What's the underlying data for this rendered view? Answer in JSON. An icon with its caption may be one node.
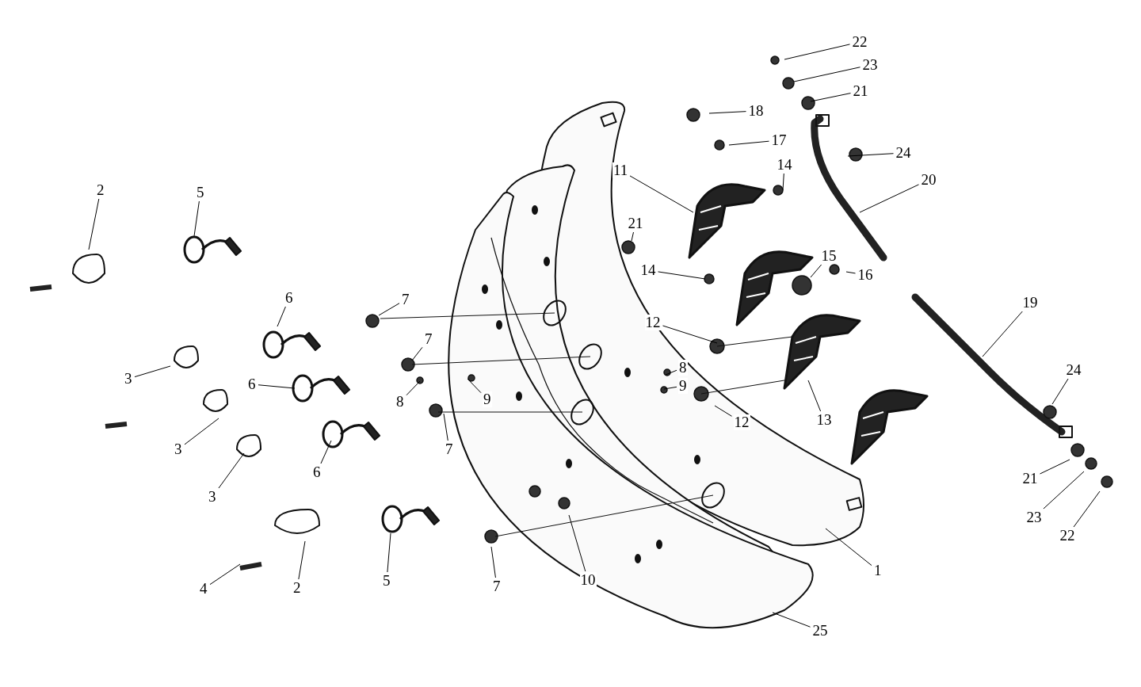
{
  "diagram": {
    "nodes": [
      {
        "text": [
          "22"
        ]
      },
      {
        "text": [
          "23"
        ]
      },
      {
        "text": [
          "21"
        ]
      },
      {
        "text": [
          "18"
        ]
      },
      {
        "text": [
          "17"
        ]
      },
      {
        "text": [
          "24"
        ]
      },
      {
        "text": [
          "14"
        ]
      },
      {
        "text": [
          "11"
        ]
      },
      {
        "text": [
          "20"
        ]
      },
      {
        "text": [
          "2"
        ]
      },
      {
        "text": [
          "5"
        ]
      },
      {
        "text": [
          "21"
        ]
      },
      {
        "text": [
          "15"
        ]
      },
      {
        "text": [
          "14"
        ]
      },
      {
        "text": [
          "16"
        ]
      },
      {
        "text": [
          "6"
        ]
      },
      {
        "text": [
          "7"
        ]
      },
      {
        "text": [
          "19"
        ]
      },
      {
        "text": [
          "12"
        ]
      },
      {
        "text": [
          "7"
        ]
      },
      {
        "text": [
          "8"
        ]
      },
      {
        "text": [
          "24"
        ]
      },
      {
        "text": [
          "3"
        ]
      },
      {
        "text": [
          "6"
        ]
      },
      {
        "text": [
          "9"
        ]
      },
      {
        "text": [
          "9"
        ]
      },
      {
        "text": [
          "8"
        ]
      },
      {
        "text": [
          "13"
        ]
      },
      {
        "text": [
          "12"
        ]
      },
      {
        "text": [
          "3"
        ]
      },
      {
        "text": [
          "7"
        ]
      },
      {
        "text": [
          "6"
        ]
      },
      {
        "text": [
          "21"
        ]
      },
      {
        "text": [
          "3"
        ]
      },
      {
        "text": [
          "23"
        ]
      },
      {
        "text": [
          "22"
        ]
      },
      {
        "text": [
          "1"
        ]
      },
      {
        "text": [
          "5"
        ]
      },
      {
        "text": [
          "10"
        ]
      },
      {
        "text": [
          "7"
        ]
      },
      {
        "text": [
          "2"
        ]
      },
      {
        "text": [
          "4"
        ]
      },
      {
        "text": [
          "25"
        ]
      }
    ],
    "edges": [
      {
        "from": 0,
        "to": null,
        "arrow": "none"
      },
      {
        "from": 1,
        "to": null,
        "arrow": "none"
      },
      {
        "from": 2,
        "to": null,
        "arrow": "none"
      },
      {
        "from": 3,
        "to": null,
        "arrow": "none"
      },
      {
        "from": 4,
        "to": null,
        "arrow": "none"
      },
      {
        "from": 5,
        "to": null,
        "arrow": "none"
      },
      {
        "from": 6,
        "to": null,
        "arrow": "none"
      },
      {
        "from": 7,
        "to": null,
        "arrow": "none"
      },
      {
        "from": 8,
        "to": null,
        "arrow": "none"
      },
      {
        "from": 9,
        "to": null,
        "arrow": "none"
      },
      {
        "from": 10,
        "to": null,
        "arrow": "none"
      },
      {
        "from": 11,
        "to": null,
        "arrow": "none"
      },
      {
        "from": 12,
        "to": null,
        "arrow": "none"
      },
      {
        "from": 13,
        "to": null,
        "arrow": "none"
      },
      {
        "from": 14,
        "to": null,
        "arrow": "none"
      },
      {
        "from": 15,
        "to": null,
        "arrow": "none"
      },
      {
        "from": 16,
        "to": null,
        "arrow": "none"
      },
      {
        "from": 17,
        "to": null,
        "arrow": "none"
      },
      {
        "from": 18,
        "to": null,
        "arrow": "none"
      },
      {
        "from": 19,
        "to": null,
        "arrow": "none"
      },
      {
        "from": 20,
        "to": null,
        "arrow": "none"
      },
      {
        "from": 21,
        "to": null,
        "arrow": "none"
      },
      {
        "from": 22,
        "to": null,
        "arrow": "none"
      },
      {
        "from": 23,
        "to": null,
        "arrow": "none"
      },
      {
        "from": 24,
        "to": null,
        "arrow": "none"
      },
      {
        "from": 25,
        "to": null,
        "arrow": "none"
      },
      {
        "from": 26,
        "to": null,
        "arrow": "none"
      },
      {
        "from": 27,
        "to": null,
        "arrow": "none"
      },
      {
        "from": 28,
        "to": null,
        "arrow": "none"
      },
      {
        "from": 29,
        "to": null,
        "arrow": "none"
      },
      {
        "from": 30,
        "to": null,
        "arrow": "none"
      },
      {
        "from": 31,
        "to": null,
        "arrow": "none"
      },
      {
        "from": 32,
        "to": null,
        "arrow": "none"
      },
      {
        "from": 33,
        "to": null,
        "arrow": "none"
      },
      {
        "from": 34,
        "to": null,
        "arrow": "none"
      },
      {
        "from": 35,
        "to": null,
        "arrow": "none"
      },
      {
        "from": 36,
        "to": null,
        "arrow": "none"
      },
      {
        "from": 37,
        "to": null,
        "arrow": "none"
      },
      {
        "from": 38,
        "to": null,
        "arrow": "none"
      },
      {
        "from": 39,
        "to": null,
        "arrow": "none"
      },
      {
        "from": 40,
        "to": null,
        "arrow": "none"
      },
      {
        "from": 41,
        "to": null,
        "arrow": "none"
      },
      {
        "from": 42,
        "to": null,
        "arrow": "none"
      }
    ]
  }
}
